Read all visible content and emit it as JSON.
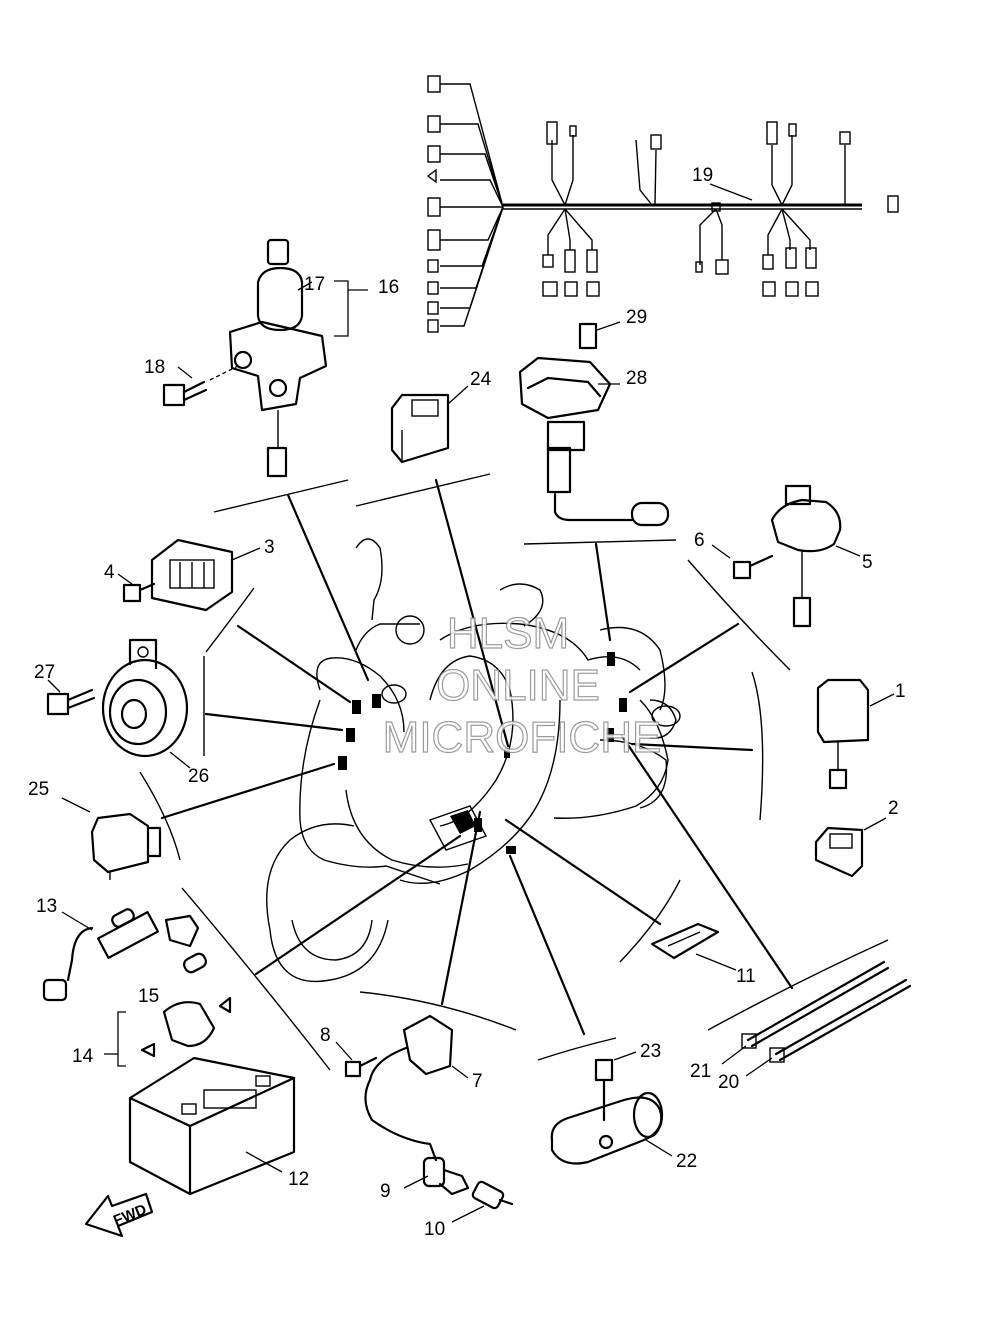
{
  "watermark": {
    "line1": "HLSM",
    "line2": "ONLINE",
    "line3": "MICROFICHE"
  },
  "direction_label": "FWD",
  "callouts": [
    {
      "id": "1",
      "label": "1"
    },
    {
      "id": "2",
      "label": "2"
    },
    {
      "id": "3",
      "label": "3"
    },
    {
      "id": "4",
      "label": "4"
    },
    {
      "id": "5",
      "label": "5"
    },
    {
      "id": "6",
      "label": "6"
    },
    {
      "id": "7",
      "label": "7"
    },
    {
      "id": "8",
      "label": "8"
    },
    {
      "id": "9",
      "label": "9"
    },
    {
      "id": "10",
      "label": "10"
    },
    {
      "id": "11",
      "label": "11"
    },
    {
      "id": "12",
      "label": "12"
    },
    {
      "id": "13",
      "label": "13"
    },
    {
      "id": "14",
      "label": "14"
    },
    {
      "id": "15",
      "label": "15"
    },
    {
      "id": "16",
      "label": "16"
    },
    {
      "id": "17",
      "label": "17"
    },
    {
      "id": "18",
      "label": "18"
    },
    {
      "id": "19",
      "label": "19"
    },
    {
      "id": "20",
      "label": "20"
    },
    {
      "id": "21",
      "label": "21"
    },
    {
      "id": "22",
      "label": "22"
    },
    {
      "id": "23",
      "label": "23"
    },
    {
      "id": "24",
      "label": "24"
    },
    {
      "id": "25",
      "label": "25"
    },
    {
      "id": "26",
      "label": "26"
    },
    {
      "id": "27",
      "label": "27"
    },
    {
      "id": "28",
      "label": "28"
    },
    {
      "id": "29",
      "label": "29"
    }
  ]
}
